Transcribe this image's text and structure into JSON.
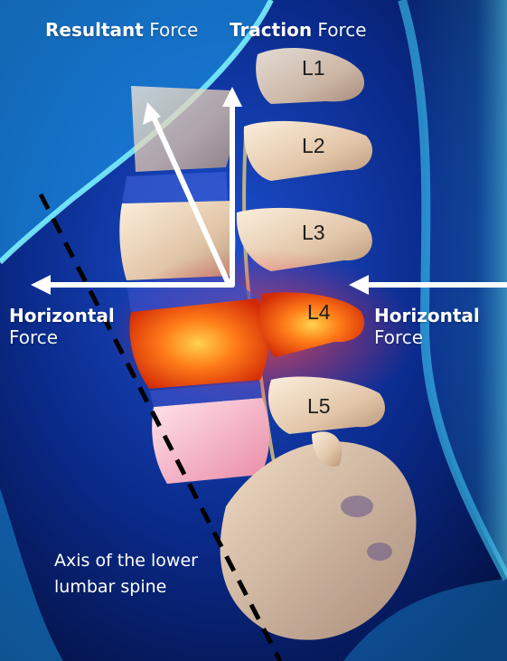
{
  "labels": {
    "resultant_bold": "Resultant",
    "resultant_thin": "Force",
    "traction_bold": "Traction",
    "traction_thin": "Force",
    "horizontal_left_bold": "Horizontal",
    "horizontal_left_thin": "Force",
    "horizontal_right_bold": "Horizontal",
    "horizontal_right_thin": "Force"
  },
  "vertebrae": [
    "L1",
    "L2",
    "L3",
    "L4",
    "L5"
  ],
  "axis_caption": [
    "Axis of the lower",
    "lumbar spine"
  ],
  "colors": {
    "background": "#0a2a8a",
    "glow": "#2fd0ff",
    "bone": "#ead2b8",
    "inflamed": "#ff5a10",
    "arrow": "#ffffff",
    "axis": "#000000"
  }
}
